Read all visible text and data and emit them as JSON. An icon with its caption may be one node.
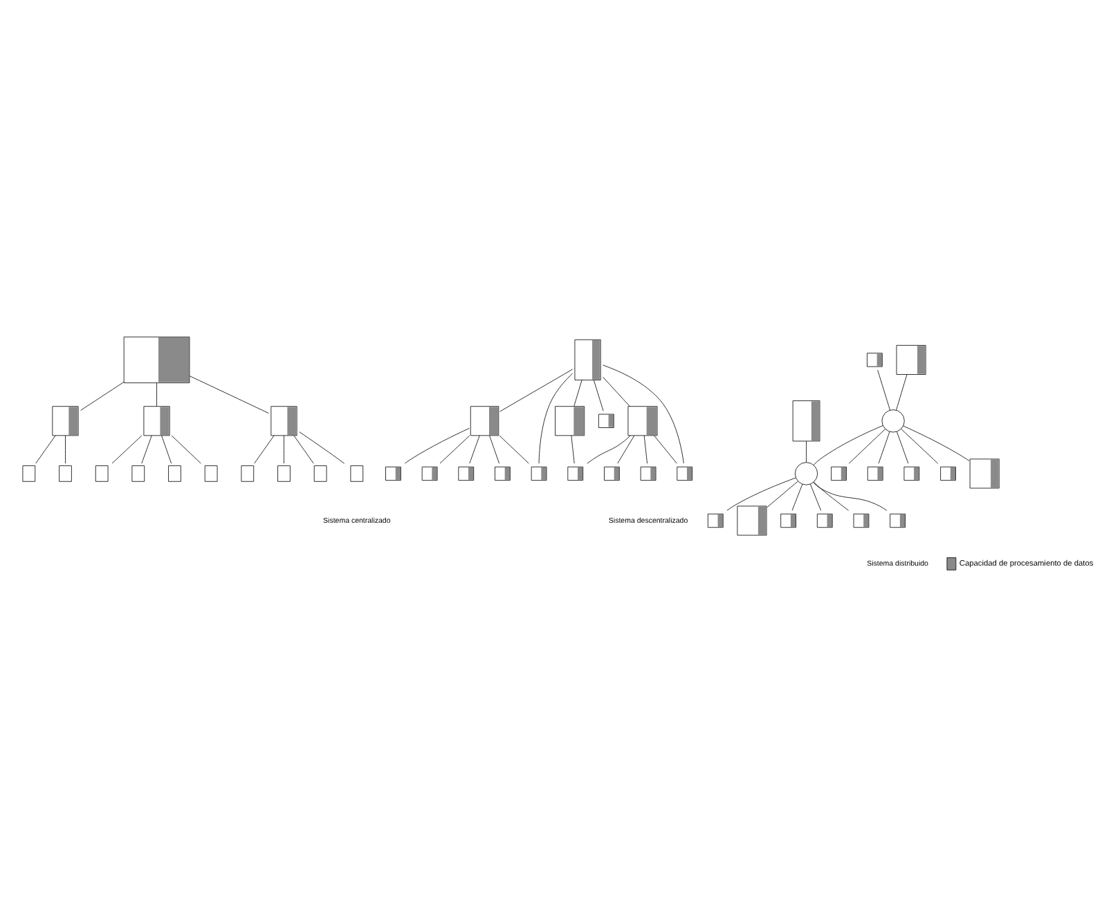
{
  "diagram": {
    "nodes": [
      {
        "text": [],
        "shape": "box"
      },
      {
        "text": [],
        "shape": "box"
      },
      {
        "text": [],
        "shape": "box"
      },
      {
        "text": [],
        "shape": "box"
      },
      {
        "text": [],
        "shape": "box"
      },
      {
        "text": [],
        "shape": "box"
      },
      {
        "text": [],
        "shape": "box"
      },
      {
        "text": [],
        "shape": "box"
      },
      {
        "text": [],
        "shape": "box"
      },
      {
        "text": [],
        "shape": "box"
      },
      {
        "text": [],
        "shape": "box"
      },
      {
        "text": [],
        "shape": "box"
      },
      {
        "text": [],
        "shape": "box"
      },
      {
        "text": [],
        "shape": "box"
      },
      {
        "text": [],
        "shape": "box"
      },
      {
        "text": [],
        "shape": "box"
      },
      {
        "text": [],
        "shape": "box"
      },
      {
        "text": [],
        "shape": "box"
      },
      {
        "text": [],
        "shape": "box"
      },
      {
        "text": [],
        "shape": "box"
      },
      {
        "text": [],
        "shape": "box"
      },
      {
        "text": [],
        "shape": "box"
      },
      {
        "text": [],
        "shape": "box"
      },
      {
        "text": [],
        "shape": "box"
      },
      {
        "text": [],
        "shape": "box"
      },
      {
        "text": [],
        "shape": "box"
      },
      {
        "text": [],
        "shape": "box"
      },
      {
        "text": [],
        "shape": "box"
      },
      {
        "text": [],
        "shape": "box"
      },
      {
        "text": [],
        "shape": "box"
      },
      {
        "text": [],
        "shape": "box"
      },
      {
        "text": [],
        "shape": "circle"
      },
      {
        "text": [],
        "shape": "circle"
      },
      {
        "text": [],
        "shape": "box"
      },
      {
        "text": [],
        "shape": "box"
      },
      {
        "text": [],
        "shape": "box"
      },
      {
        "text": [],
        "shape": "box"
      },
      {
        "text": [],
        "shape": "box"
      },
      {
        "text": [],
        "shape": "box"
      },
      {
        "text": [],
        "shape": "box"
      },
      {
        "text": [],
        "shape": "box"
      },
      {
        "text": [],
        "shape": "box"
      },
      {
        "text": [],
        "shape": "box"
      },
      {
        "text": [],
        "shape": "box"
      }
    ],
    "edges": [
      {
        "from": 0,
        "to": 1,
        "arrow": "none"
      },
      {
        "from": 0,
        "to": 2,
        "arrow": "none"
      },
      {
        "from": 0,
        "to": 3,
        "arrow": "none"
      },
      {
        "from": 1,
        "to": 4,
        "arrow": "none"
      },
      {
        "from": 1,
        "to": 5,
        "arrow": "none"
      },
      {
        "from": 2,
        "to": 6,
        "arrow": "none"
      },
      {
        "from": 2,
        "to": 7,
        "arrow": "none"
      },
      {
        "from": 2,
        "to": 8,
        "arrow": "none"
      },
      {
        "from": 2,
        "to": 9,
        "arrow": "none"
      },
      {
        "from": 3,
        "to": 10,
        "arrow": "none"
      },
      {
        "from": 3,
        "to": 11,
        "arrow": "none"
      },
      {
        "from": 3,
        "to": 12,
        "arrow": "none"
      },
      {
        "from": 3,
        "to": 13,
        "arrow": "none"
      },
      {
        "from": 14,
        "to": 18,
        "arrow": "none"
      },
      {
        "from": 14,
        "to": 25,
        "arrow": "none"
      },
      {
        "from": 14,
        "to": 19,
        "arrow": "none"
      },
      {
        "from": 14,
        "to": 20,
        "arrow": "none"
      },
      {
        "from": 14,
        "to": 21,
        "arrow": "none"
      },
      {
        "from": 14,
        "to": 22,
        "arrow": "none"
      },
      {
        "from": 18,
        "to": 15,
        "arrow": "none"
      },
      {
        "from": 18,
        "to": 16,
        "arrow": "none"
      },
      {
        "from": 18,
        "to": 17,
        "arrow": "none"
      },
      {
        "from": 18,
        "to": 24,
        "arrow": "none"
      },
      {
        "from": 18,
        "to": 25,
        "arrow": "none"
      },
      {
        "from": 19,
        "to": 26,
        "arrow": "none"
      },
      {
        "from": 20,
        "to": 22,
        "arrow": "none"
      },
      {
        "from": 20,
        "to": 23,
        "arrow": "none"
      },
      {
        "from": 20,
        "to": 26,
        "arrow": "none"
      },
      {
        "from": 20,
        "to": 27,
        "arrow": "none"
      },
      {
        "from": 29,
        "to": 31,
        "arrow": "none"
      },
      {
        "from": 30,
        "to": 31,
        "arrow": "none"
      },
      {
        "from": 31,
        "to": 35,
        "arrow": "none"
      },
      {
        "from": 31,
        "to": 36,
        "arrow": "none"
      },
      {
        "from": 31,
        "to": 37,
        "arrow": "none"
      },
      {
        "from": 31,
        "to": 38,
        "arrow": "none"
      },
      {
        "from": 31,
        "to": 39,
        "arrow": "none"
      },
      {
        "from": 31,
        "to": 32,
        "arrow": "none"
      },
      {
        "from": 28,
        "to": 32,
        "arrow": "none"
      },
      {
        "from": 32,
        "to": 33,
        "arrow": "none"
      },
      {
        "from": 32,
        "to": 34,
        "arrow": "none"
      },
      {
        "from": 32,
        "to": 40,
        "arrow": "none"
      },
      {
        "from": 32,
        "to": 41,
        "arrow": "none"
      },
      {
        "from": 32,
        "to": 42,
        "arrow": "none"
      },
      {
        "from": 32,
        "to": 43,
        "arrow": "none"
      }
    ],
    "labels": [
      "Sistema centralizado",
      "Sistema descentralizado",
      "Sistema distribuido"
    ],
    "legend": [
      {
        "text": "Capacidad de procesamiento de datos"
      }
    ]
  }
}
